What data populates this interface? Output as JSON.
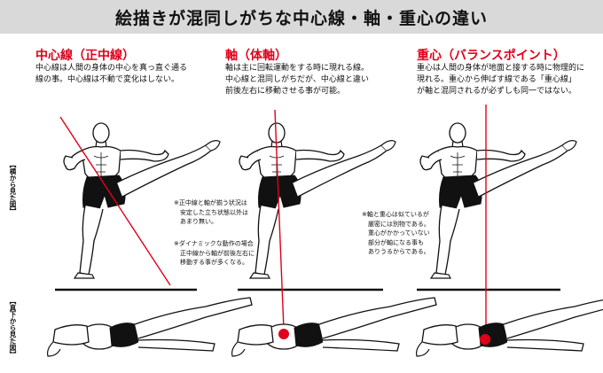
{
  "title": "絵描きが混同しがちな中心線・軸・重心の違い",
  "side_labels": {
    "side_view": "【横から見た図】",
    "bottom_view": "【真下から見た図】"
  },
  "columns": [
    {
      "heading": "中心線（正中線）",
      "description": [
        "中心線は人間の身体の中心を真っ直ぐ通る",
        "線の事。中心線は不動で変化はしない。"
      ]
    },
    {
      "heading": "軸（体軸）",
      "description": [
        "軸は主に回転運動をする時に現れる線。",
        "中心線と混同しがちだが、中心線と違い",
        "前後左右に移動させる事が可能。"
      ]
    },
    {
      "heading": "重心（バランスポイント）",
      "description": [
        "重心は人間の身体が地面と接する時に物理的に",
        "現れる。重心から伸ばす線である「重心線」",
        "が軸と混同されるが必ずしも同一ではない。"
      ]
    }
  ],
  "notes": {
    "note1": [
      "※正中線と軸が揃う状況は",
      "　安定した立ち状態以外は",
      "　あまり無い。"
    ],
    "note2": [
      "※ダイナミックな動作の場合",
      "　正中線から軸が前後左右に",
      "　移動する事が多くなる。"
    ],
    "note3": [
      "※軸と重心は似ているが",
      "　厳密には別物である。",
      "　重心がかかっていない",
      "　部分が軸になる事も",
      "　ありうるからである。"
    ]
  },
  "colors": {
    "accent_red": "#e0001b",
    "title_bg": "#d9d9d9",
    "ink": "#111111",
    "skin": "#ffffff",
    "shorts": "#111111"
  }
}
